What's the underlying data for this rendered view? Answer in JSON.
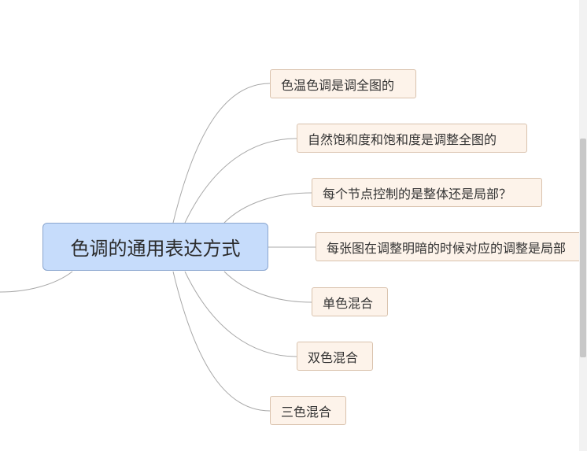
{
  "mindmap": {
    "central_topic": "色调的通用表达方式",
    "subtopics": [
      "色温色调是调全图的",
      "自然饱和度和饱和度是调整全图的",
      "每个节点控制的是整体还是局部？",
      "每张图在调整明暗的时候对应的调整是局部",
      "单色混合",
      "双色混合",
      "三色混合"
    ]
  },
  "colors": {
    "central_fill": "#c6dcfb",
    "central_border": "#8aa6cf",
    "topic_fill": "#fdf3ea",
    "topic_border": "#d9c2ad",
    "connector": "#a8a8a8"
  }
}
